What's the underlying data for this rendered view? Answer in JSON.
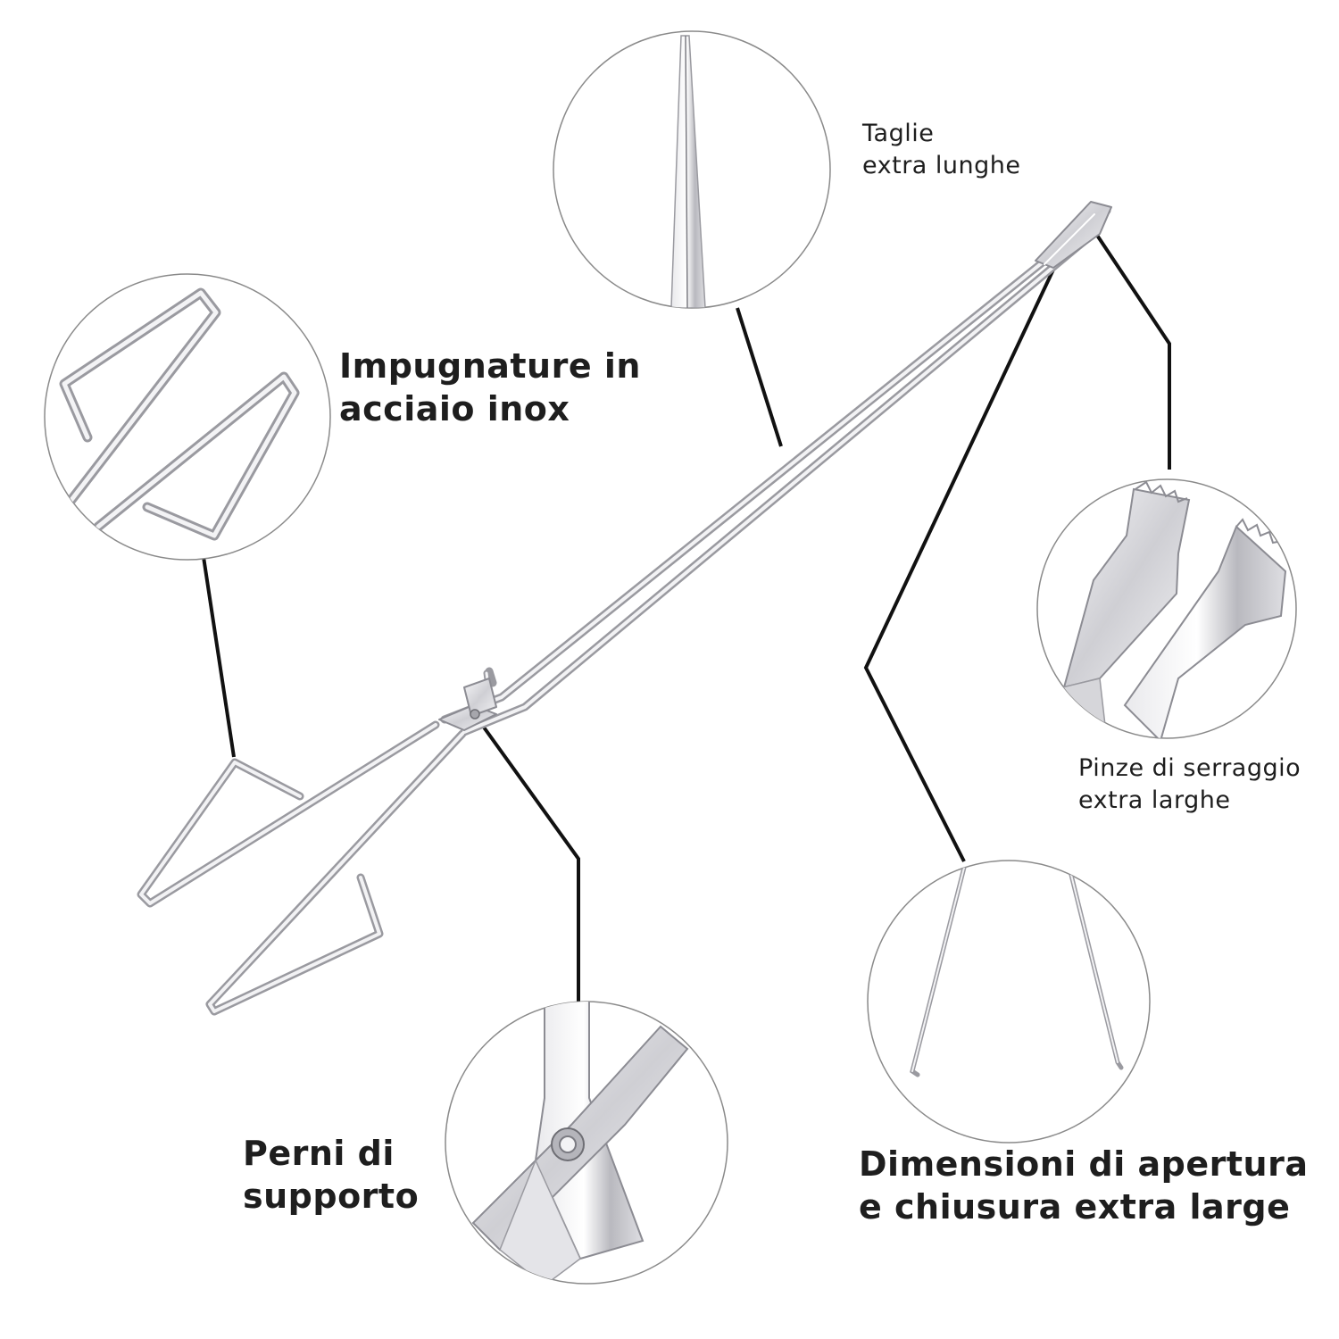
{
  "colors": {
    "background": "#ffffff",
    "text": "#1e1e1e",
    "leader_line": "#111111",
    "circle_outline": "#8a8a8a",
    "steel_light": "#f4f4f6",
    "steel_mid": "#c9c9ce",
    "steel_dark": "#8c8c93"
  },
  "product": "steel-tongs-icon",
  "callouts": {
    "taglie": {
      "icon": "tong-tips-detail-icon",
      "line1": "Taglie",
      "line2": "extra lunghe"
    },
    "impugnature": {
      "icon": "handle-detail-icon",
      "line1": "Impugnature in",
      "line2": "acciaio inox"
    },
    "pinze": {
      "icon": "serrated-clamp-detail-icon",
      "line1": "Pinze di serraggio",
      "line2": "extra larghe"
    },
    "perni": {
      "icon": "pivot-pin-detail-icon",
      "line1": "Perni di",
      "line2": "supporto"
    },
    "dimensioni": {
      "icon": "opening-width-detail-icon",
      "line1": "Dimensioni di apertura",
      "line2": "e chiusura extra large"
    }
  }
}
